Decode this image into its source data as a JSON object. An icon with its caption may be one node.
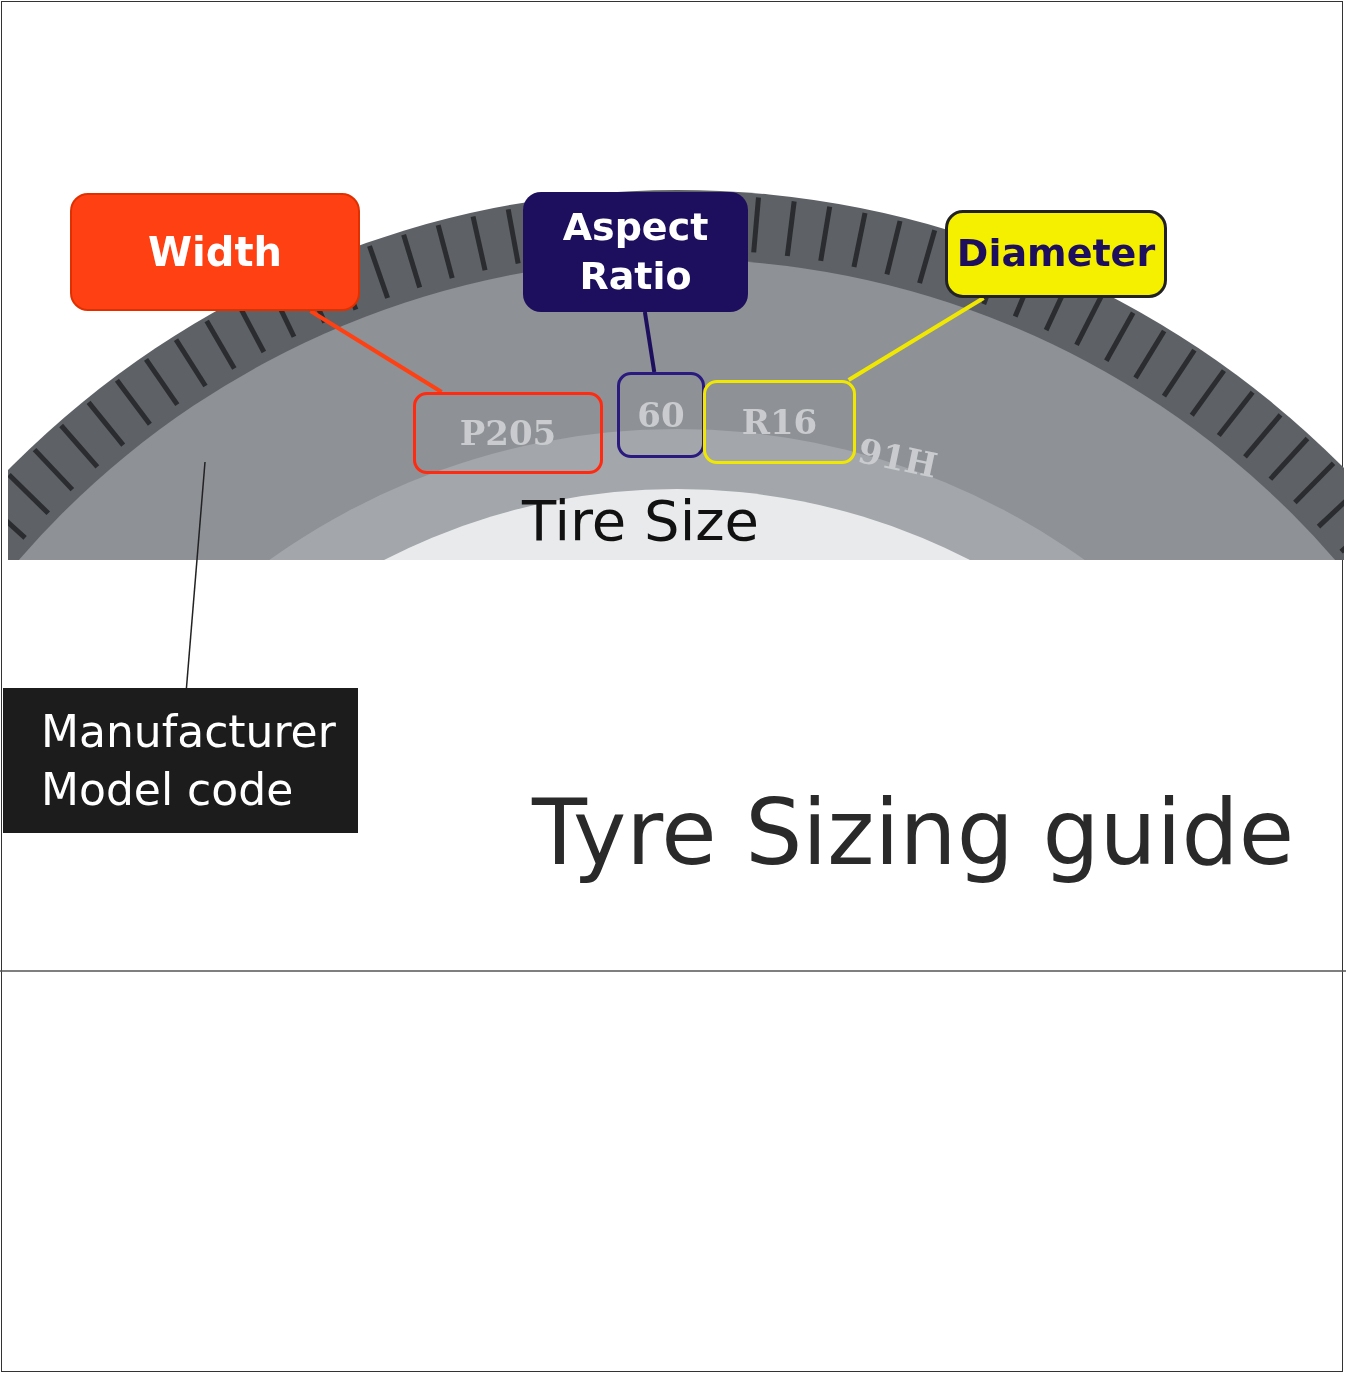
{
  "diagram": {
    "title": "Tyre Sizing guide",
    "nodes": [
      {
        "text": [
          "Width"
        ]
      },
      {
        "text": [
          "Aspect Ratio"
        ]
      },
      {
        "text": [
          "Diameter"
        ]
      },
      {
        "text": [
          "Manufacturer Model code"
        ]
      },
      {
        "text": [
          "P205"
        ]
      },
      {
        "text": [
          "60"
        ]
      },
      {
        "text": [
          "R16"
        ]
      }
    ],
    "edges": [
      {
        "from": 0,
        "to": 4,
        "arrow": "none",
        "color": "#ff4013"
      },
      {
        "from": 1,
        "to": 5,
        "arrow": "none",
        "color": "#1e0f5e"
      },
      {
        "from": 2,
        "to": 6,
        "arrow": "none",
        "color": "#f0e800"
      },
      {
        "from": 3,
        "to": null,
        "arrow": "none",
        "color": "#222222"
      }
    ],
    "labels": [
      "91H",
      "Tire Size"
    ]
  }
}
